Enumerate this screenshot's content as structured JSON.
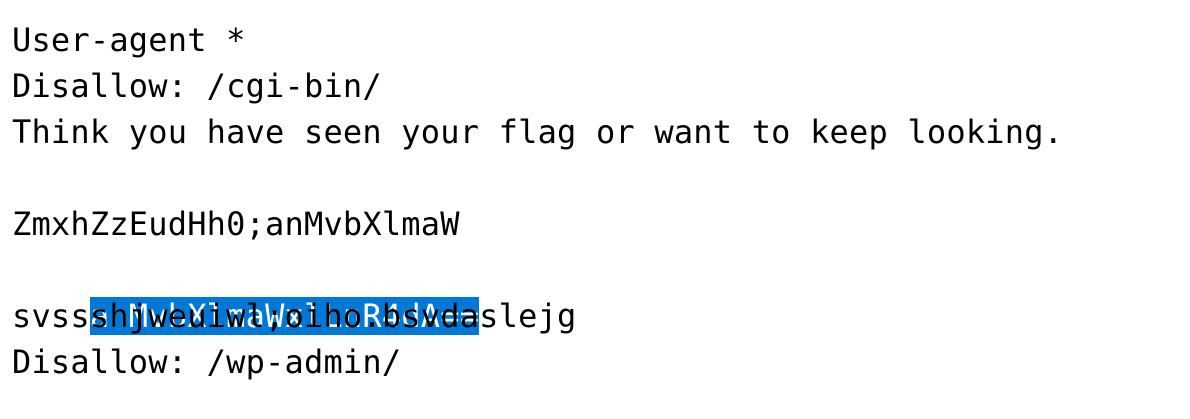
{
  "document": {
    "lines": [
      "User-agent *",
      "Disallow: /cgi-bin/",
      "Think you have seen your flag or want to keep looking.",
      "",
      "ZmxhZzEudHh0;anMvbXlmaW",
      "anMvbXlmaWxlLnR4dA==",
      "svssshjweuiwl;oiho.bsvdaslejg",
      "Disallow: /wp-admin/"
    ]
  },
  "selection": {
    "highlight_color": "#0078d7",
    "text_color": "#ffffff"
  }
}
